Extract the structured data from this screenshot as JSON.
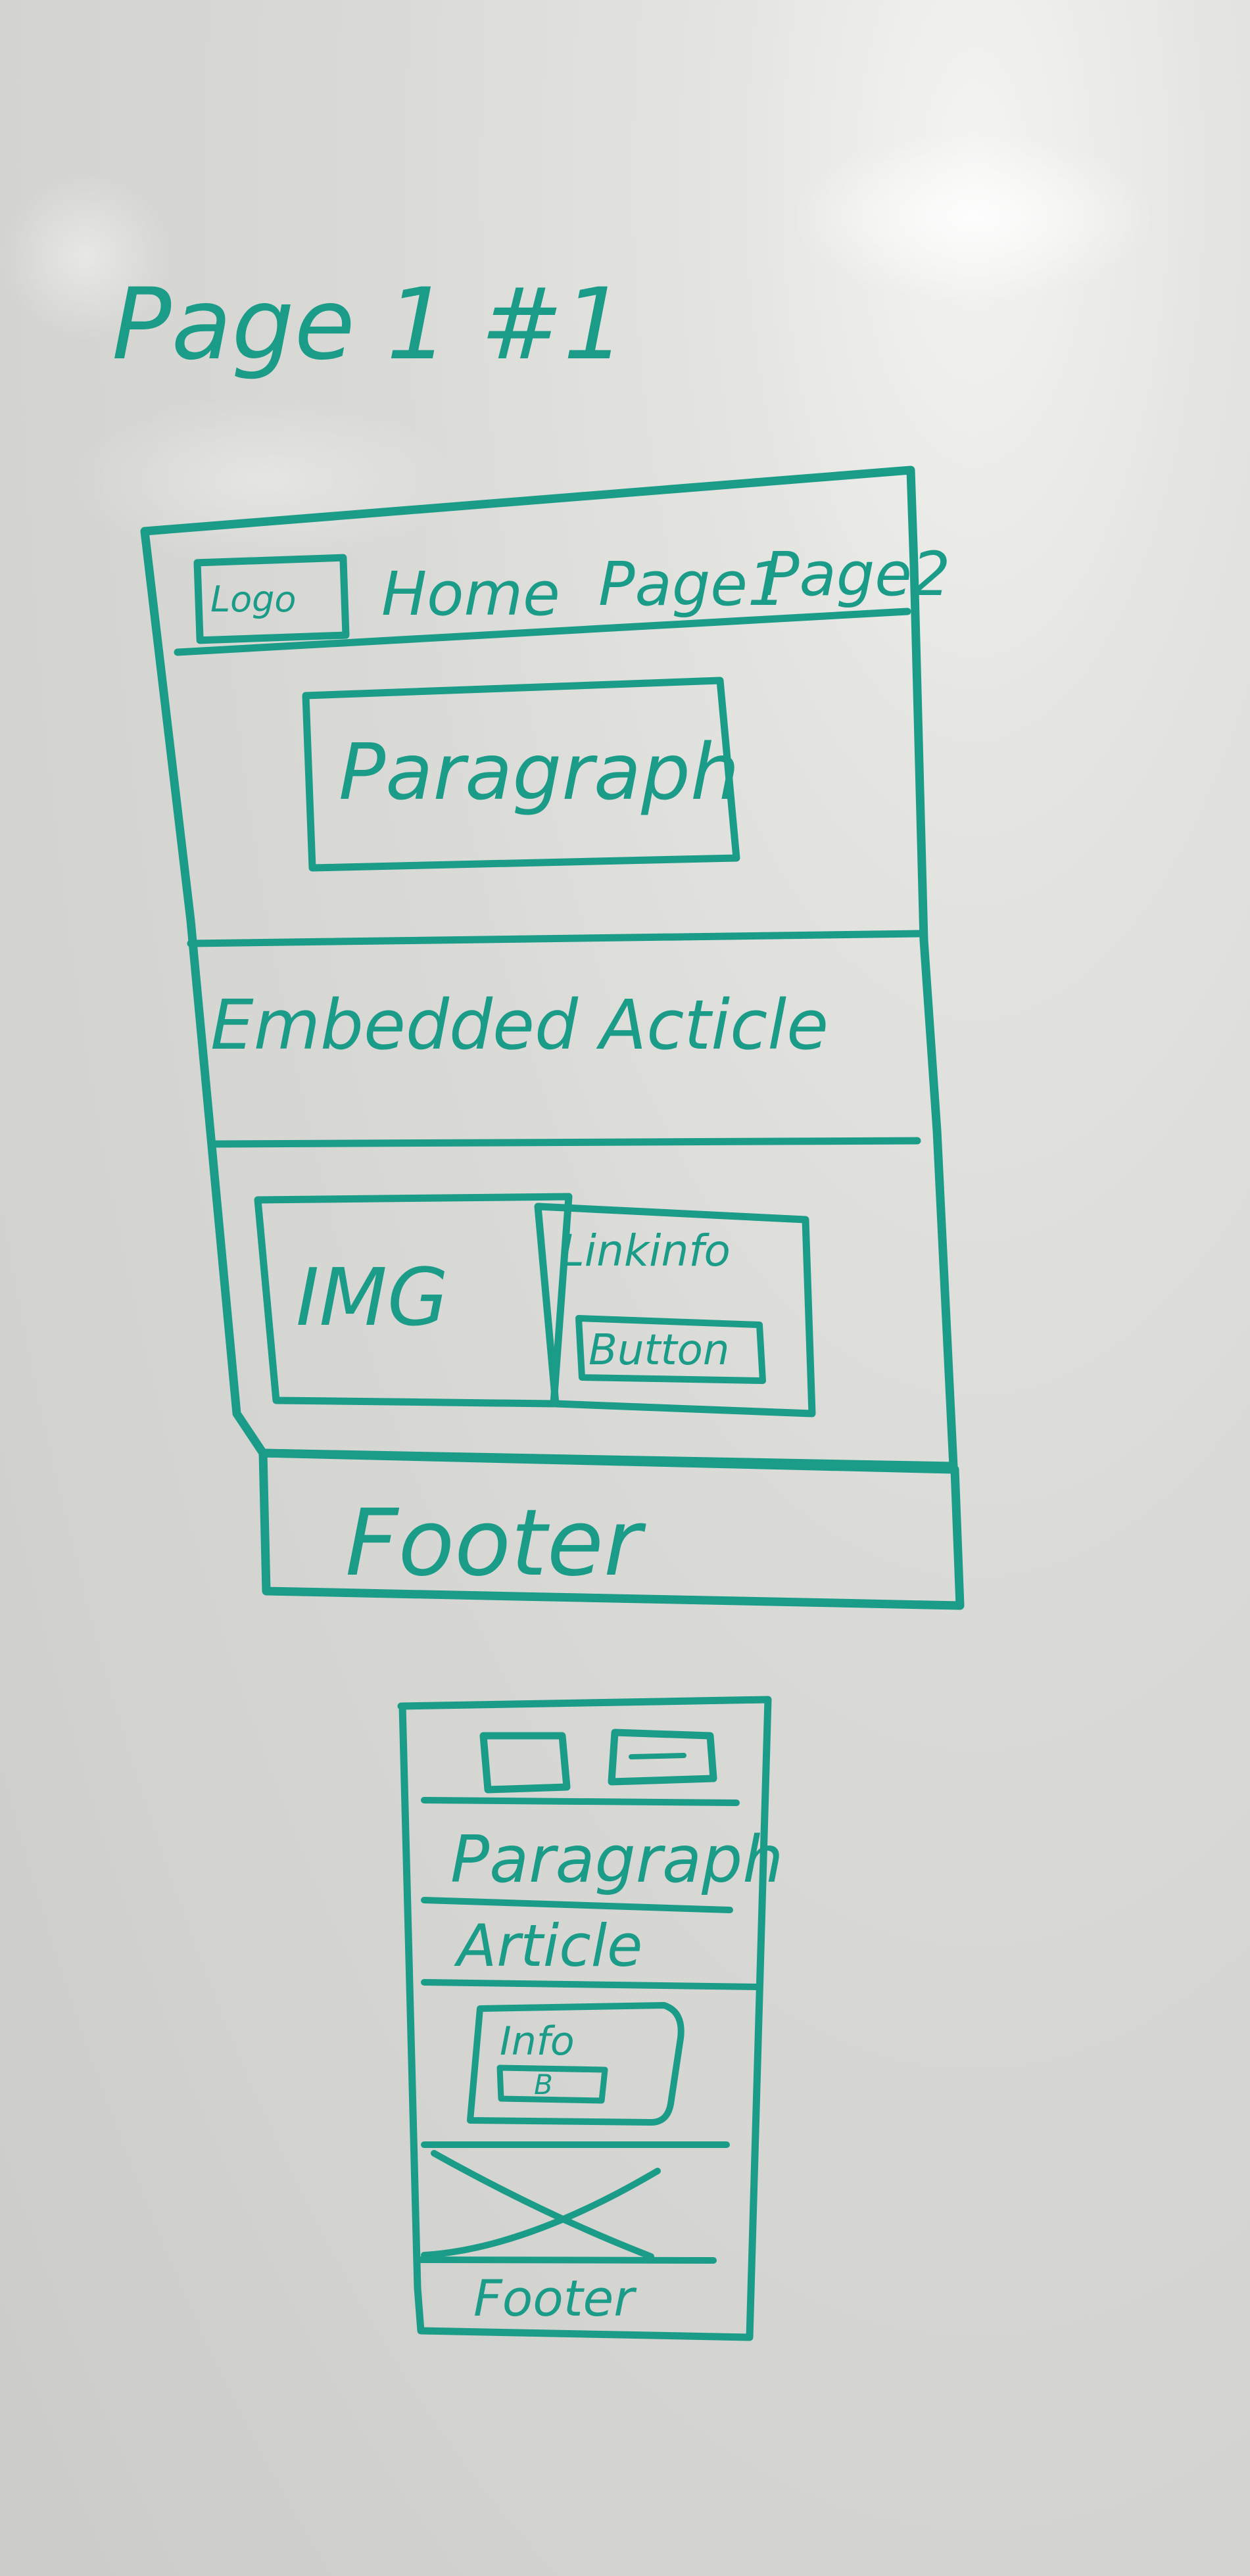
{
  "colors": {
    "marker": "#1a9c88",
    "board": "#d9d9d6"
  },
  "heading": {
    "title": "Page 1 #1"
  },
  "desktop": {
    "logo": "Logo",
    "nav": {
      "home": "Home",
      "page1": "Page1",
      "page2": "Page2"
    },
    "paragraph": "Paragraph",
    "article": "Embedded Acticle",
    "image": "IMG",
    "link_info": "Linkinfo",
    "button": "Button",
    "footer": "Footer"
  },
  "mobile": {
    "paragraph": "Paragraph",
    "article": "Article",
    "info": "Info",
    "button": "B",
    "footer": "Footer"
  }
}
